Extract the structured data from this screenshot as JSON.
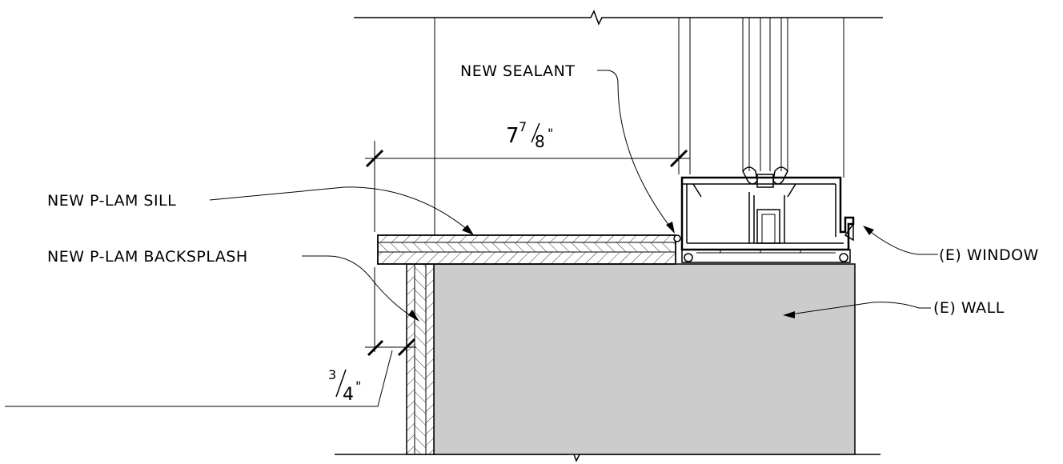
{
  "labels": {
    "sealant": "NEW SEALANT",
    "sill": "NEW P-LAM SILL",
    "backsplash": "NEW P-LAM BACKSPLASH",
    "window": "(E) WINDOW",
    "wall": "(E) WALL"
  },
  "dimensions": {
    "sill_depth": {
      "whole": "7",
      "num": "7",
      "den": "8",
      "unit": "\""
    },
    "backsplash_thickness": {
      "num": "3",
      "den": "4",
      "unit": "\""
    }
  },
  "colors": {
    "wall_fill": "#cccccc",
    "line": "#000000",
    "background": "#ffffff"
  }
}
